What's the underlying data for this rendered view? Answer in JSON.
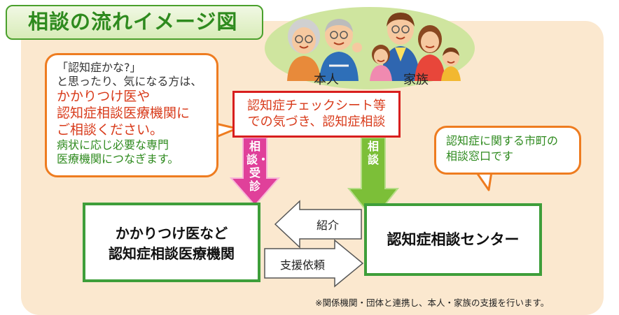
{
  "title": "相談の流れイメージ図",
  "family": {
    "person_label": "本人",
    "family_label": "家族"
  },
  "bubble_left": {
    "line1": "「認知症かな?」",
    "line2": "と思ったり、気になる方は、",
    "line3": "かかりつけ医や",
    "line4": "認知症相談医療機関に",
    "line5": "ご相談ください。",
    "line6": "病状に応じ必要な専門",
    "line7": "医療機関につなぎます。"
  },
  "bubble_right": {
    "line1": "認知症に関する市町の",
    "line2": "相談窓口です"
  },
  "check_box": {
    "line1": "認知症チェックシート等",
    "line2": "での気づき、認知症相談"
  },
  "arrow_left_label": "相談・受診",
  "arrow_right_label": "相談",
  "arrow_intro_label": "紹介",
  "arrow_support_label": "支援依頼",
  "box_left": {
    "line1": "かかりつけ医など",
    "line2": "認知症相談医療機関"
  },
  "box_right": {
    "text": "認知症相談センター"
  },
  "footnote": "※関係機関・団体と連携し、本人・家族の支援を行います。",
  "colors": {
    "title_green": "#2e8a1e",
    "panel": "#fbe8cf",
    "orange_border": "#ee7c20",
    "red": "#d83a1a",
    "pink_arrow": "#e0409a",
    "green_arrow": "#7cbf38",
    "box_border": "#3e9e3a"
  }
}
